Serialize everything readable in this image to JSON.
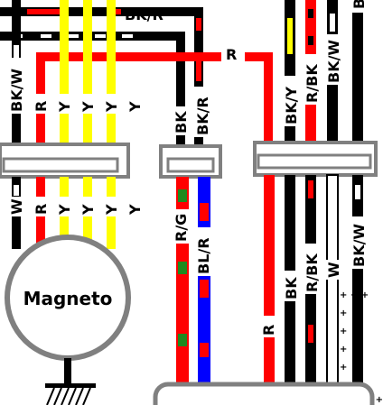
{
  "labels": {
    "top_bkr": "BK/R",
    "r_top": "R",
    "bkw_left": "BK/W",
    "r_left_upper": "R",
    "y1_upper": "Y",
    "y2_upper": "Y",
    "y3_upper": "Y",
    "y4_upper": "Y",
    "bk_mid": "BK",
    "bkr_mid": "BK/R",
    "bky": "BK/Y",
    "rbk_upper": "R/BK",
    "bkw_right_upper": "BK/W",
    "b_top": "B",
    "w_left_lower": "W",
    "r_left_lower": "R",
    "y1_lower": "Y",
    "y2_lower": "Y",
    "y3_lower": "Y",
    "y4_lower": "Y",
    "rg": "R/G",
    "blr": "BL/R",
    "r_right_lower": "R",
    "bk_lower": "BK",
    "rbk_lower": "R/BK",
    "w_lower": "W",
    "bkw_lower": "BK/W",
    "magneto": "Magneto"
  },
  "colors": {
    "red": "#ff0000",
    "black": "#000000",
    "yellow": "#ffff00",
    "green": "#1e8a1e",
    "blue": "#0000ff",
    "gray": "#808080",
    "white": "#ffffff"
  }
}
